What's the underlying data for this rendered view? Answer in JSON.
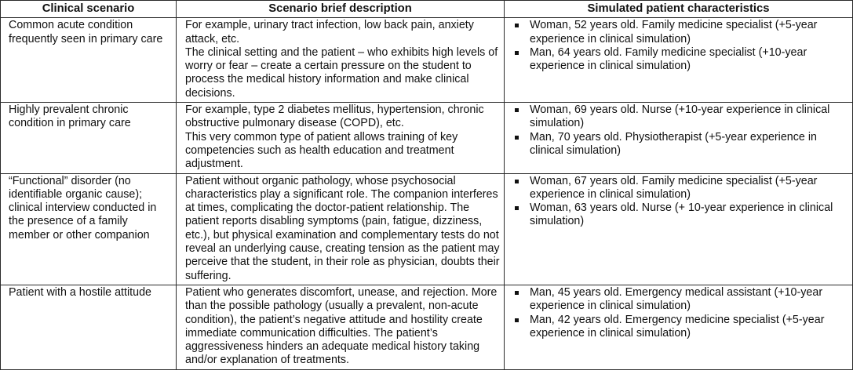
{
  "headers": [
    "Clinical scenario",
    "Scenario brief description",
    "Simulated patient characteristics"
  ],
  "rows": [
    {
      "scenario": "Common acute condition frequently seen in primary care",
      "description": [
        "For example, urinary tract infection, low back pain, anxiety attack, etc.",
        "The clinical setting and the patient – who exhibits high levels of worry or fear – create a certain pressure on the student to process the medical history information and make clinical decisions."
      ],
      "patients": [
        "Woman, 52 years old. Family medicine specialist (+5-year experience in clinical simulation)",
        "Man, 64 years old. Family medicine specialist (+10-year experience in clinical simulation)"
      ]
    },
    {
      "scenario": "Highly prevalent chronic condition in primary care",
      "description": [
        "For example, type 2 diabetes mellitus, hypertension, chronic obstructive pulmonary disease (COPD), etc.",
        "This very common type of patient allows training of key competencies such as health education and treatment adjustment."
      ],
      "patients": [
        "Woman, 69 years old. Nurse (+10-year experience in clinical simulation)",
        "Man, 70 years old. Physiotherapist (+5-year experience in clinical simulation)"
      ]
    },
    {
      "scenario": "“Functional” disorder (no identifiable organic cause); clinical interview conducted in the presence of a family member or other companion",
      "description": [
        "Patient without organic pathology, whose psychosocial characteristics play a significant role. The companion interferes at times, complicating the doctor-patient relationship. The patient reports disabling symptoms (pain, fatigue, dizziness, etc.), but physical examination and complementary tests do not reveal an underlying cause, creating tension as the patient may perceive that the student, in their role as physician, doubts their suffering."
      ],
      "patients": [
        "Woman, 67 years old. Family medicine specialist (+5-year experience in clinical simulation)",
        "Woman, 63 years old. Nurse (+ 10-year experience in clinical simulation)"
      ]
    },
    {
      "scenario": "Patient with a hostile attitude",
      "description": [
        "Patient who generates discomfort, unease, and rejection. More than the possible pathology (usually a prevalent, non-acute condition), the patient’s negative attitude and hostility create immediate communication difficulties. The patient’s aggressiveness hinders an adequate medical history taking and/or explanation of treatments."
      ],
      "patients": [
        "Man, 45 years old. Emergency medical assistant (+10-year experience in clinical simulation)",
        "Man, 42 years old. Emergency medicine specialist (+5-year experience in clinical simulation)"
      ]
    }
  ]
}
